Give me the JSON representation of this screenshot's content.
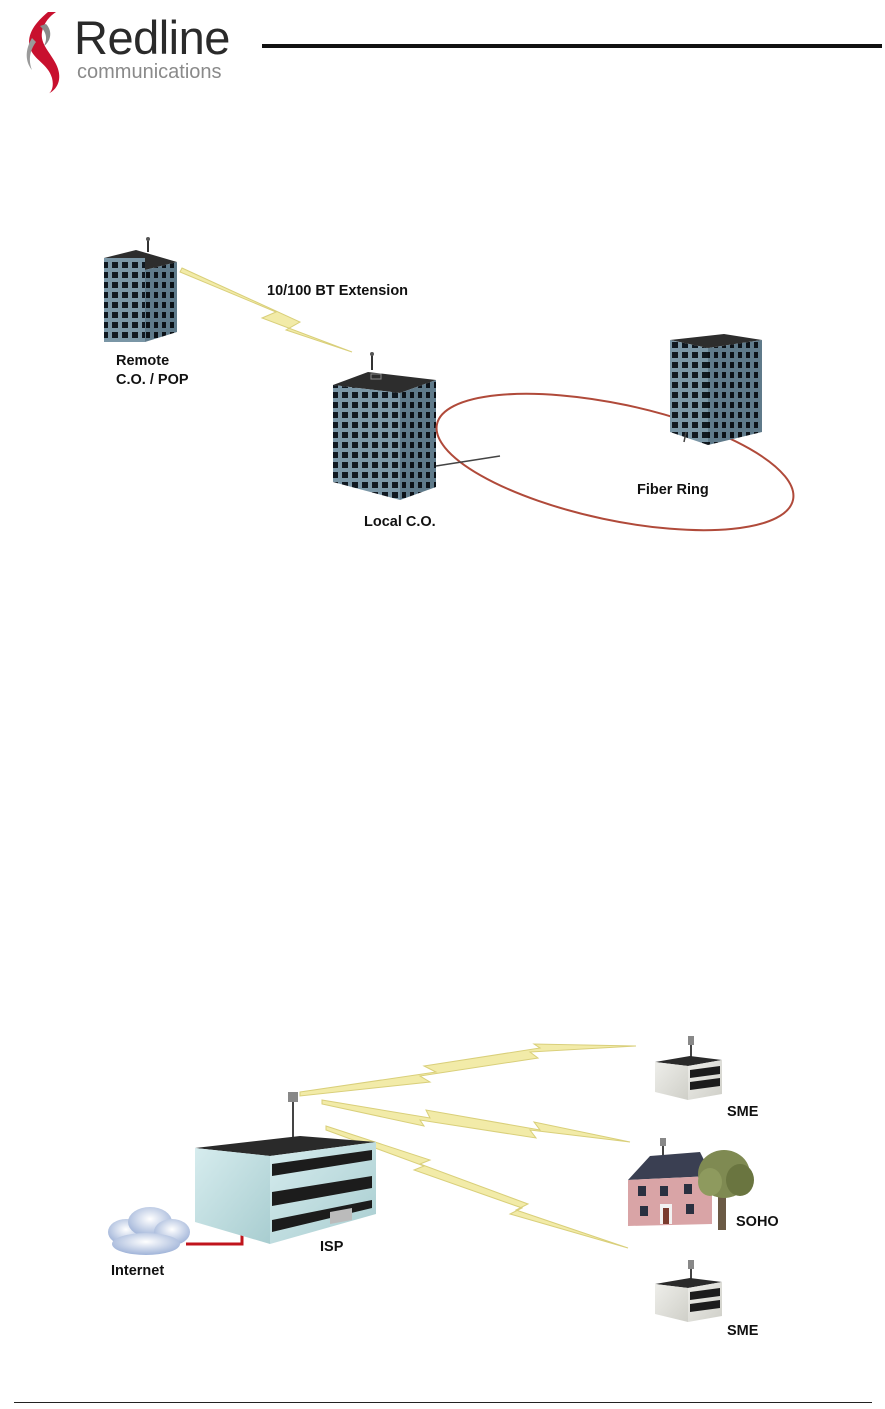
{
  "header": {
    "brand": "Redline",
    "brand_sub": "communications"
  },
  "diagram_top": {
    "link_label": "10/100 BT Extension",
    "remote_label_line1": "Remote",
    "remote_label_line2": "C.O. / POP",
    "local_label": "Local C.O.",
    "ring_label": "Fiber Ring"
  },
  "diagram_bottom": {
    "isp_label": "ISP",
    "internet_label": "Internet",
    "sme_top_label": "SME",
    "soho_label": "SOHO",
    "sme_bottom_label": "SME"
  },
  "colors": {
    "logo_red": "#c8102e",
    "ring": "#b04a3a",
    "bolt_yellow": "#f2eba8",
    "building_frame": "#7a96a6",
    "window": "#101820",
    "isp_stone": "#b9d8da"
  }
}
